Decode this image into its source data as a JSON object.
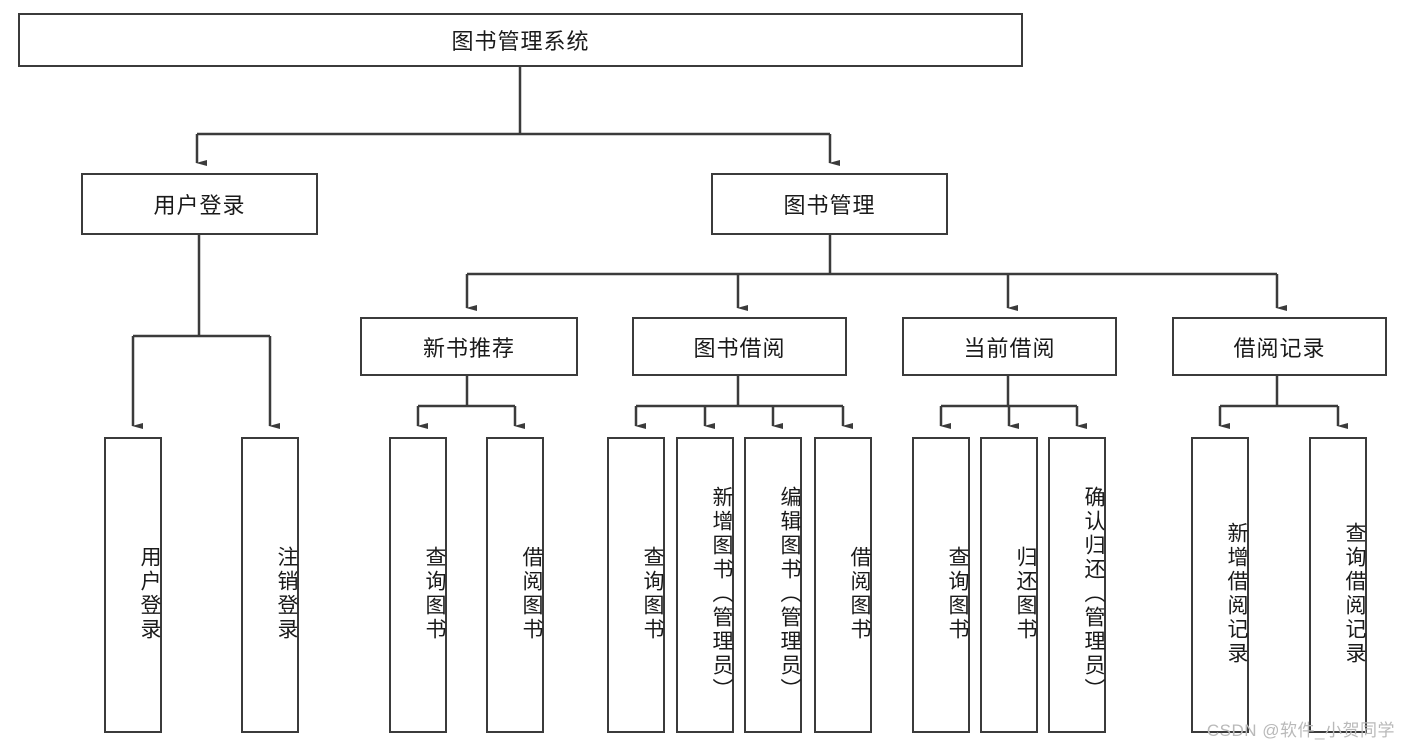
{
  "diagram": {
    "title": "图书管理系统",
    "type": "tree-hierarchy-diagram",
    "colors": {
      "background": "#ffffff",
      "border": "#3b3b3b",
      "text": "#1a1a1a",
      "connector": "#3b3b3b",
      "watermark": "#b9b9b9"
    },
    "root": {
      "label": "图书管理系统"
    },
    "level2": [
      {
        "label": "用户登录"
      },
      {
        "label": "图书管理"
      }
    ],
    "level3": [
      {
        "label": "新书推荐"
      },
      {
        "label": "图书借阅"
      },
      {
        "label": "当前借阅"
      },
      {
        "label": "借阅记录"
      }
    ],
    "leaves": {
      "user_login": [
        {
          "label": "用户登录"
        },
        {
          "label": "注销登录"
        }
      ],
      "new_book_recommend": [
        {
          "label": "查询图书"
        },
        {
          "label": "借阅图书"
        }
      ],
      "book_borrow": [
        {
          "label": "查询图书"
        },
        {
          "label": "新增图书（管理员）"
        },
        {
          "label": "编辑图书（管理员）"
        },
        {
          "label": "借阅图书"
        }
      ],
      "current_borrow": [
        {
          "label": "查询图书"
        },
        {
          "label": "归还图书"
        },
        {
          "label": "确认归还（管理员）"
        }
      ],
      "borrow_record": [
        {
          "label": "新增借阅记录"
        },
        {
          "label": "查询借阅记录"
        }
      ]
    },
    "watermark": "CSDN @软件_小贺同学"
  }
}
